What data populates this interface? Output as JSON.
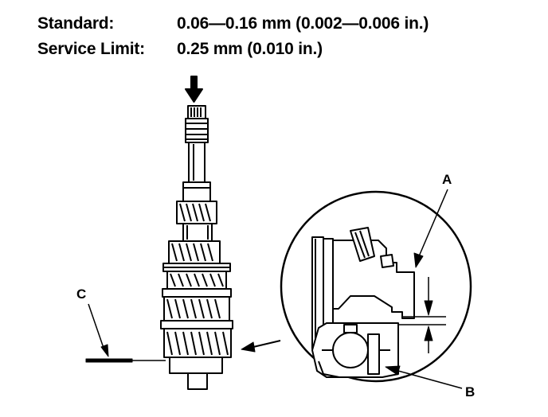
{
  "specs": {
    "standard": {
      "label": "Standard:",
      "value": "0.06—0.16 mm (0.002—0.006 in.)"
    },
    "service_limit": {
      "label": "Service Limit:",
      "value": "0.25 mm (0.010 in.)"
    }
  },
  "callouts": {
    "a": "A",
    "b": "B",
    "c": "C"
  },
  "colors": {
    "ink": "#000000",
    "paper": "#ffffff"
  }
}
